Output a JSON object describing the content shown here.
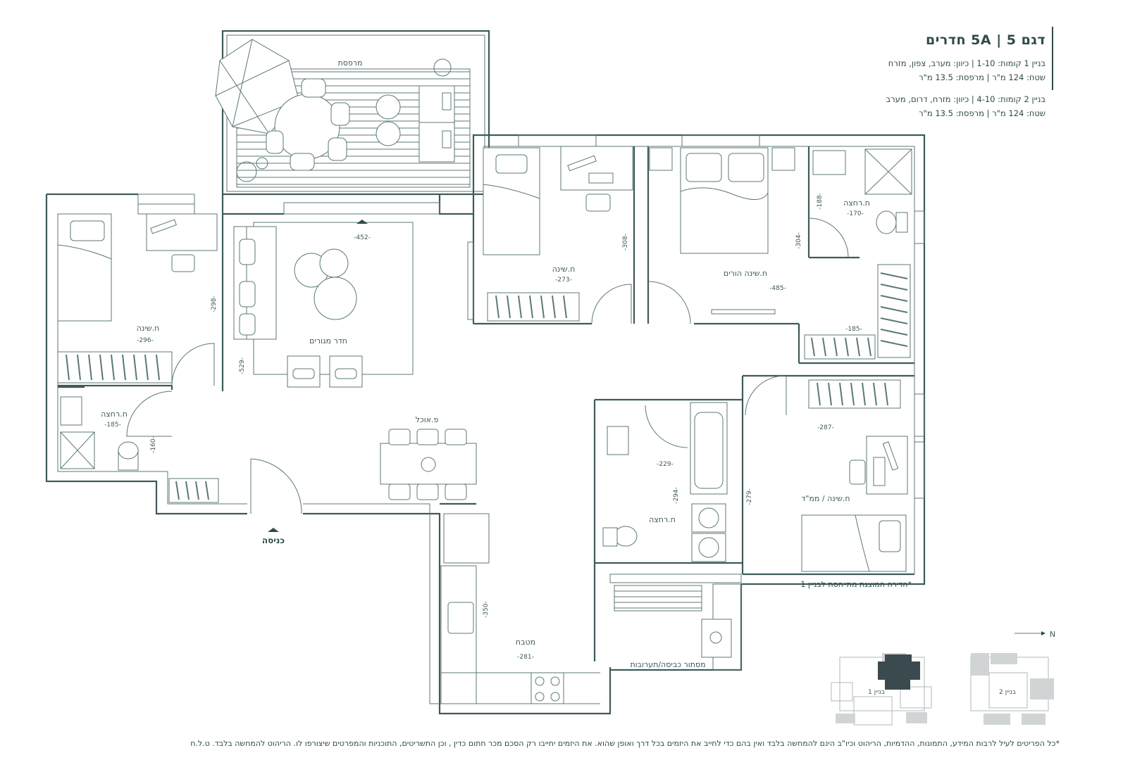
{
  "header": {
    "title": "דגם 5A | 5 חדרים",
    "building1_line1": "בניין 1 קומות: 1-10 | כיוון: מערב, צפון, מזרח",
    "building1_line2": "שטח: 124 מ\"ר | מרפסת: 13.5 מ\"ר",
    "building2_line1": "בניין 2 קומות: 4-10 | כיוון: מזרח, דרום, מערב",
    "building2_line2": "שטח: 124 מ\"ר | מרפסת: 13.5 מ\"ר"
  },
  "rooms": {
    "balcony": "מרפסת",
    "living": "חדר מגורים",
    "dining": "פ.אוכל",
    "bedroom_left": "ח.שינה",
    "bath_left": "ח.רחצה",
    "bedroom_top": "ח.שינה",
    "master": "ח.שינה הורים",
    "bath_master": "ח.רחצה",
    "bath_center": "ח.רחצה",
    "bedroom_mamad": "ח.שינה / ממ\"ד",
    "kitchen": "מטבח",
    "laundry": "מסתור כביסה/תערובות",
    "entrance": "כניסה"
  },
  "dimensions": {
    "living_width": "452",
    "living_height": "529",
    "bedroom_left_width": "296",
    "bedroom_left_height": "298",
    "bath_left_width": "185",
    "bath_left_height": "160",
    "bedroom_top_width": "273",
    "bedroom_top_height": "308",
    "master_width": "485",
    "master_height": "304",
    "bath_master_width": "170",
    "bath_master_height": "188",
    "closet_width": "185",
    "bath_center_width": "229",
    "bath_center_height": "294",
    "mamad_width": "287",
    "mamad_height": "279",
    "kitchen_width": "281",
    "kitchen_height": "350"
  },
  "north_label": "N",
  "key_plans": {
    "building1": "בניין 1",
    "building2": "בניין 2"
  },
  "note": "*הדירה המוצגת מתייחסת לבניין 1",
  "footer": "*כל הפריטים לעיל לרבות המידע, התמונות, ההדמיות, הריהוט וכיו\"ב הינם להמחשה בלבד ואין בהם כדי לחייב את היזמים בכל דרך ואופן שהוא. את היזמים יחייבו רק הסכם מכר חתום כדין , וכן התשריטים, התוכניות והמפרטים שיצורפו לו. הריהוט להמחשה בלבד. ט.ל.ח",
  "colors": {
    "line": "#3e5a5a",
    "text": "#2f4a4a",
    "key_highlight": "#3b4a4f",
    "key_fill": "#d0d4d4"
  }
}
